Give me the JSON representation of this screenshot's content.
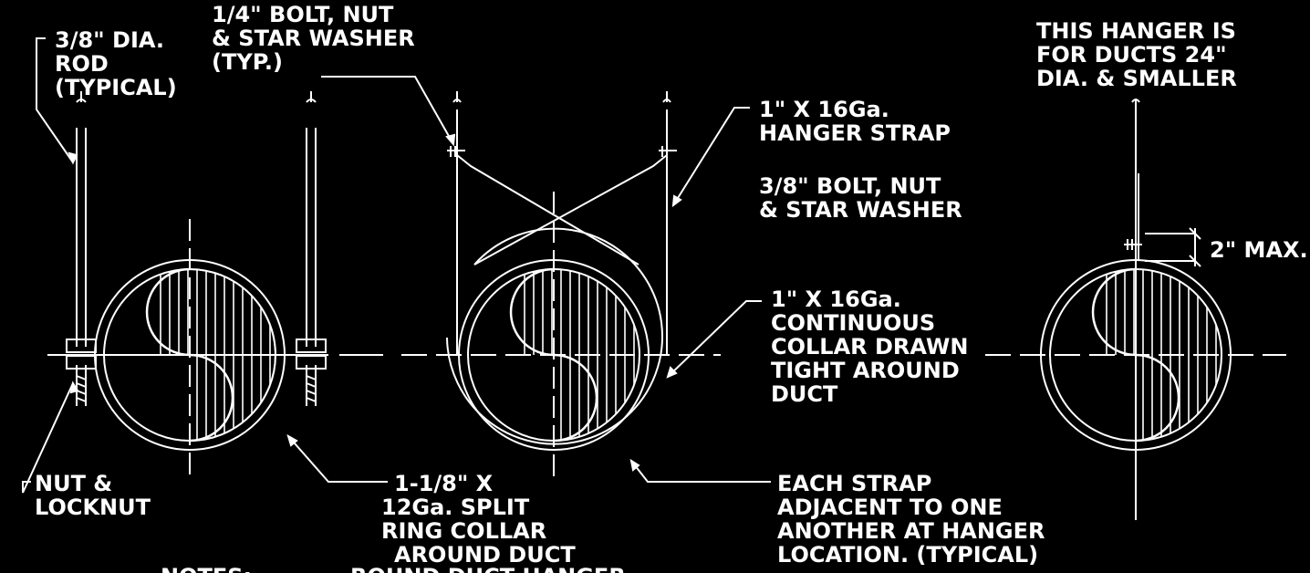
{
  "labels": {
    "rod": [
      "3/8\" DIA.",
      "ROD",
      "(TYPICAL)"
    ],
    "bolt_quarter": [
      "1/4\" BOLT, NUT",
      "& STAR WASHER",
      "(TYP.)"
    ],
    "hanger_strap": [
      "1\" X 16Ga.",
      "HANGER STRAP"
    ],
    "bolt_three_eighths": [
      "3/8\" BOLT, NUT",
      "& STAR WASHER"
    ],
    "continuous_collar": [
      "1\" X 16Ga.",
      "CONTINUOUS",
      "COLLAR DRAWN",
      "TIGHT AROUND",
      "DUCT"
    ],
    "nut_locknut": [
      "NUT &",
      "LOCKNUT"
    ],
    "split_ring": [
      "1-1/8\" X",
      "12Ga. SPLIT",
      "RING COLLAR",
      "AROUND DUCT"
    ],
    "each_strap": [
      "EACH STRAP",
      "ADJACENT TO ONE",
      "ANOTHER AT HANGER",
      "LOCATION.  (TYPICAL)"
    ],
    "small_duct_note": [
      "THIS HANGER IS",
      "FOR DUCTS 24\"",
      "DIA. &  SMALLER"
    ],
    "max_dim": "2\"  MAX.",
    "notes_title": "NOTES:",
    "drawing_title": "ROUND DUCT HANGER"
  },
  "colors": {
    "background": "#000000",
    "linework": "#ffffff"
  }
}
